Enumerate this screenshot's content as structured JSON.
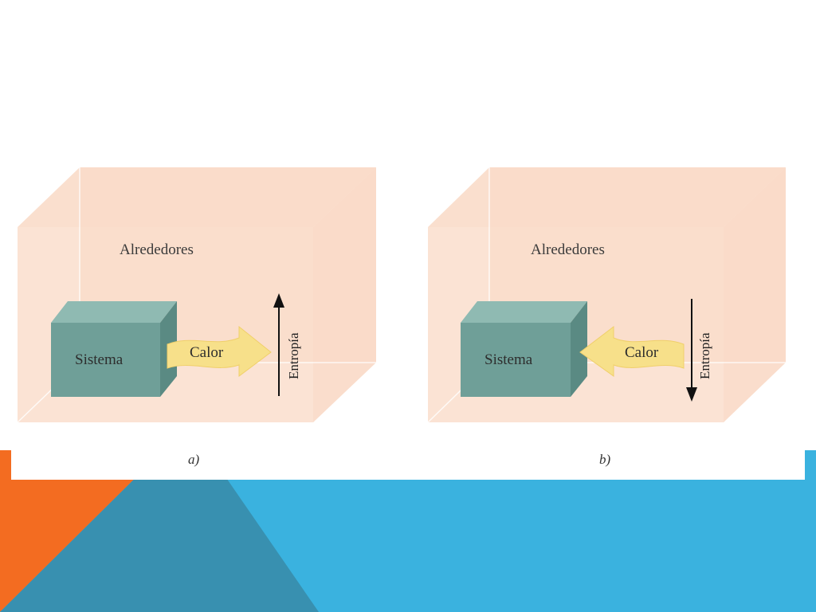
{
  "colors": {
    "orange": "#f36c21",
    "teal_dark": "#3890b0",
    "blue": "#3ab2df",
    "box_fill": "#f9d9c6",
    "box_edge": "#f3c9b2",
    "cube_front": "#6f9f98",
    "cube_top": "#8fbab2",
    "cube_side": "#5a8a83",
    "heat_arrow": "#f7e08a",
    "heat_arrow_tip": "#f5c93a"
  },
  "icons": {
    "entropy_up": "arrow-up-icon",
    "entropy_down": "arrow-down-icon",
    "heat_out": "heat-arrow-right-icon",
    "heat_in": "heat-arrow-left-icon"
  },
  "panels": [
    {
      "surroundings_label": "Alrededores",
      "system_label": "Sistema",
      "heat_label": "Calor",
      "entropy_label": "Entropía",
      "caption": "a)"
    },
    {
      "surroundings_label": "Alrededores",
      "system_label": "Sistema",
      "heat_label": "Calor",
      "entropy_label": "Entropía",
      "caption": "b)"
    }
  ]
}
